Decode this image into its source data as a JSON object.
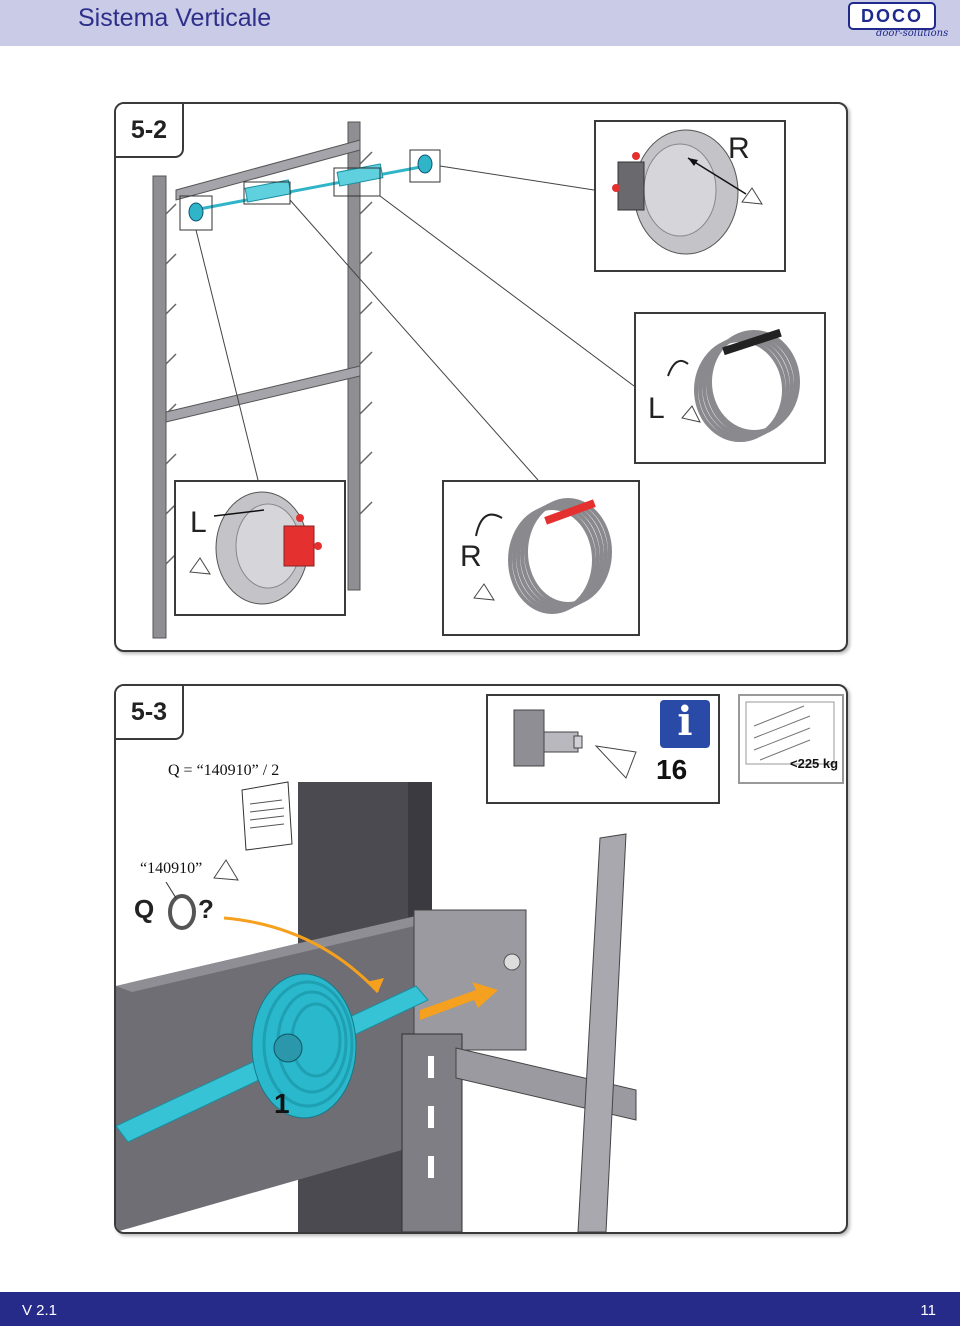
{
  "header": {
    "title": "Sistema Verticale",
    "logo_text": "DOCO",
    "logo_sub": "door-solutions",
    "bg_color": "#c9cbe7",
    "text_color": "#2d2f8a"
  },
  "step_a": {
    "label": "5-2",
    "inset_top_right_letter": "R",
    "inset_mid_right_letter": "L",
    "inset_bottom_left_letter": "L",
    "inset_bottom_mid_letter": "R"
  },
  "step_b": {
    "label": "5-3",
    "formula_prefix": "Q =",
    "formula_value": "“140910” / 2",
    "label_value": "“140910”",
    "q_text": "Q",
    "question_mark": "?",
    "info_symbol": "i",
    "info_number": "16",
    "weight_text": "<225 kg",
    "callout_number": "1"
  },
  "footer": {
    "version": "V 2.1",
    "page_number": "11",
    "bg_color": "#262a88"
  }
}
